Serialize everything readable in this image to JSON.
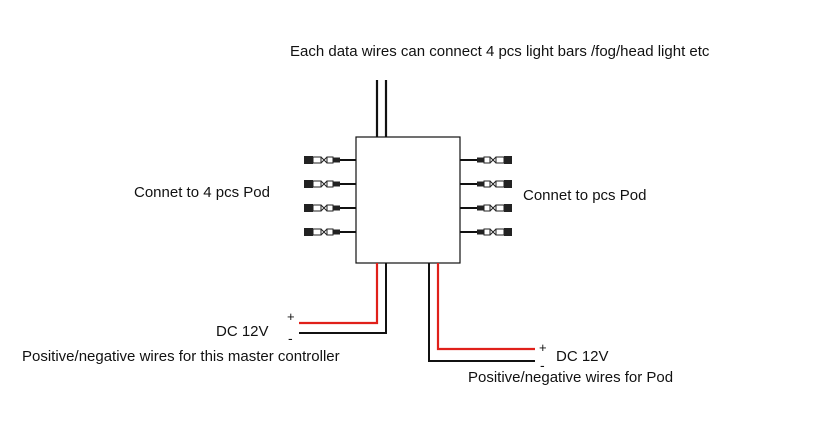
{
  "labels": {
    "top_caption": "Each data wires can connect 4 pcs light bars /fog/head light etc",
    "left_pods": "Connet to 4 pcs  Pod",
    "right_pods": "Connet to pcs Pod",
    "dc_left": "DC 12V",
    "dc_right": "DC 12V",
    "plus_sign": "+",
    "minus_sign": "-",
    "left_caption": "Positive/negative wires for this master controller",
    "right_caption": "Positive/negative wires for Pod"
  },
  "colors": {
    "wire": "#111111",
    "positive": "#e0201a"
  },
  "connectors": {
    "left_count": 4,
    "right_count": 4
  }
}
